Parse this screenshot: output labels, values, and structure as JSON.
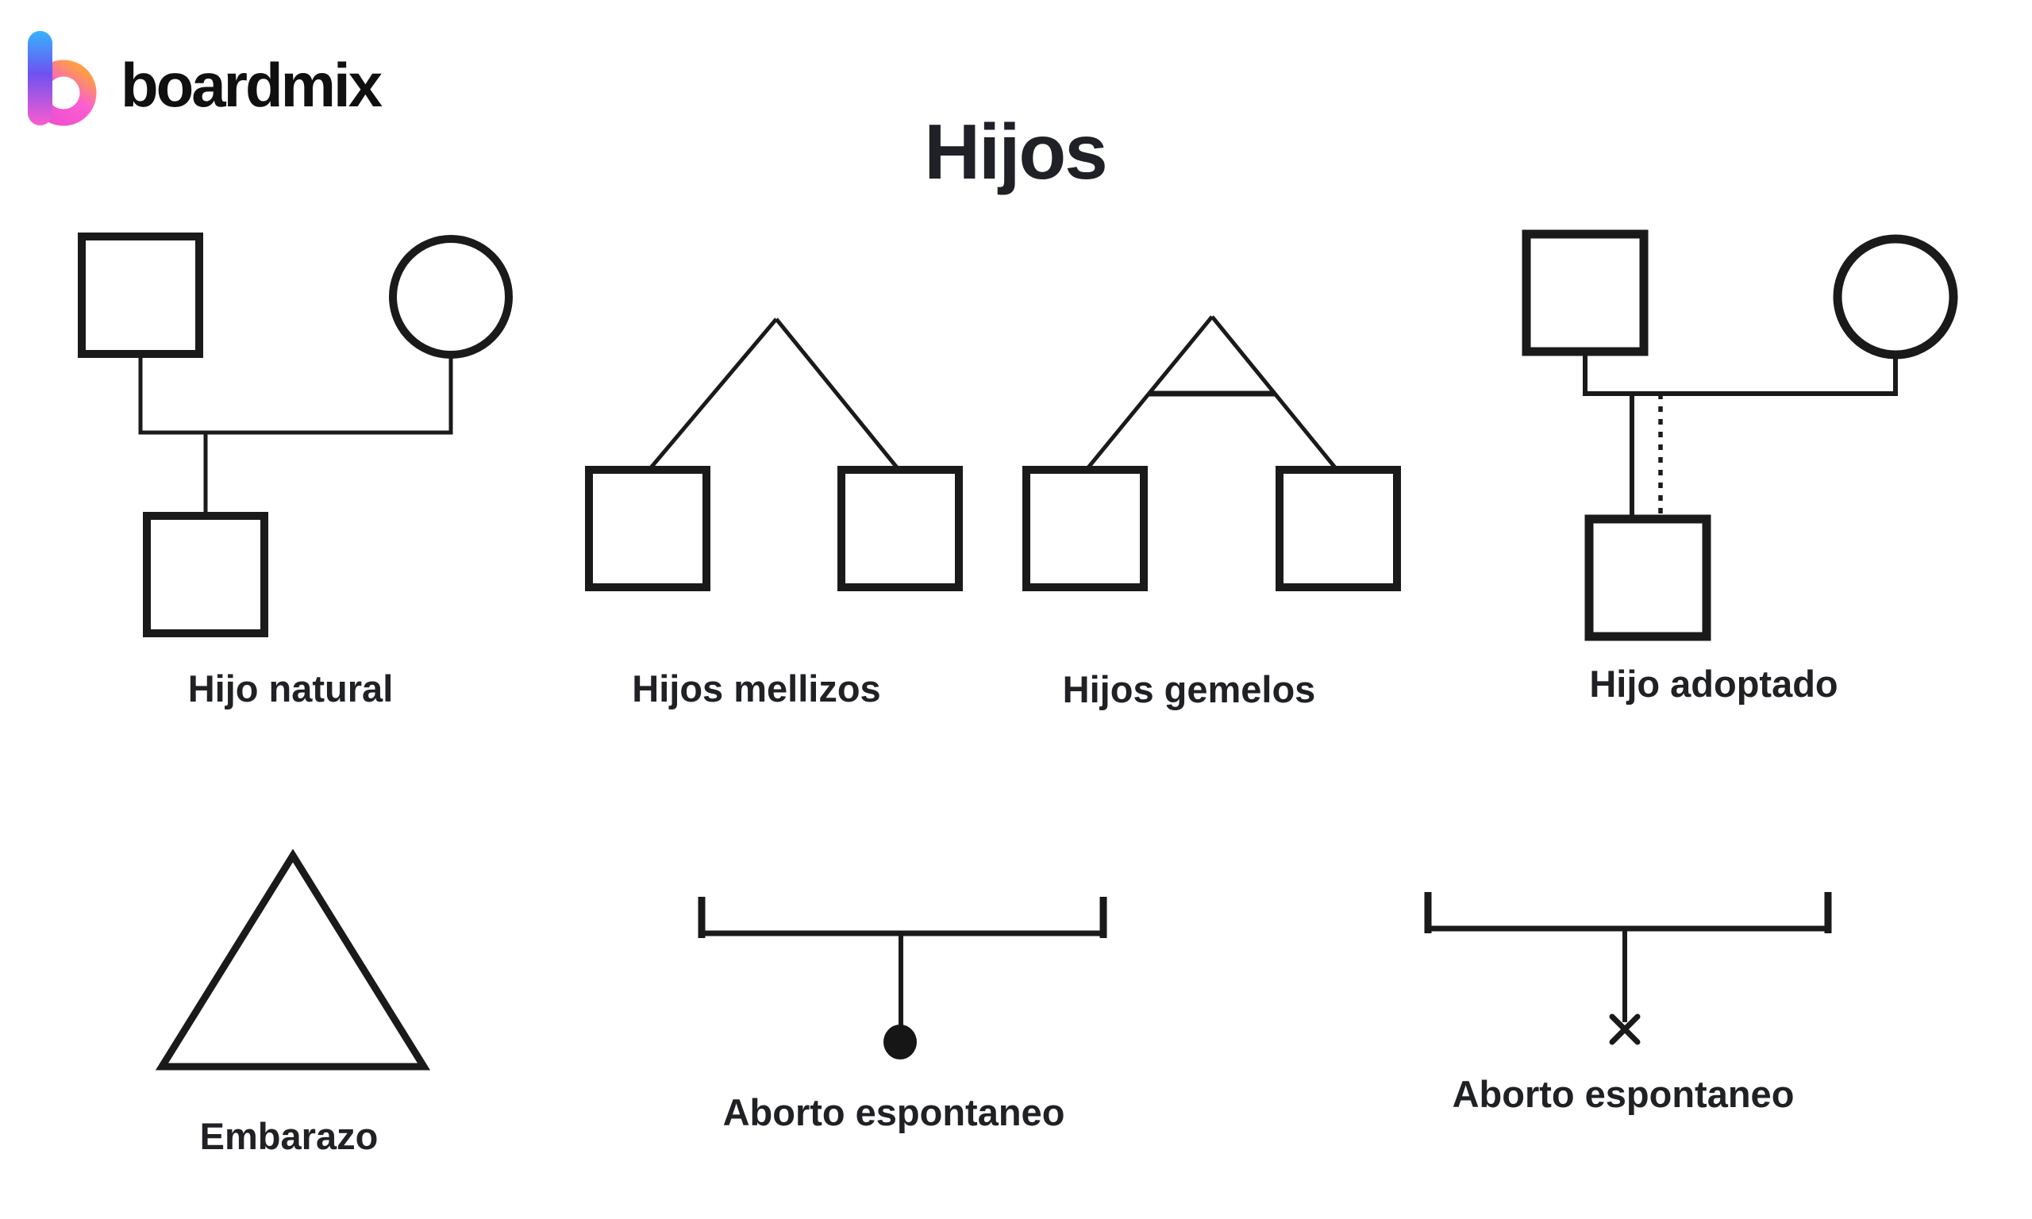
{
  "app": {
    "logo_text": "boardmix",
    "logo_icon": "boardmix-b-icon"
  },
  "title": "Hijos",
  "figures": {
    "hijo_natural": {
      "label": "Hijo natural",
      "symbols": [
        "father-square",
        "mother-circle",
        "child-square",
        "descent-line"
      ]
    },
    "hijos_mellizos": {
      "label": "Hijos mellizos",
      "symbols": [
        "twin-apex-lines",
        "child-square",
        "child-square"
      ]
    },
    "hijos_gemelos": {
      "label": "Hijos gemelos",
      "symbols": [
        "twin-apex-lines",
        "identical-twin-bar",
        "child-square",
        "child-square"
      ]
    },
    "hijo_adoptado": {
      "label": "Hijo adoptado",
      "symbols": [
        "father-square",
        "mother-circle",
        "solid-descent-line",
        "dotted-descent-line",
        "child-square"
      ]
    },
    "embarazo": {
      "label": "Embarazo",
      "symbols": [
        "pregnancy-triangle"
      ]
    },
    "aborto_espontaneo_1": {
      "label": "Aborto espontaneo",
      "symbols": [
        "bracket-line",
        "stem-line",
        "filled-dot"
      ]
    },
    "aborto_espontaneo_2": {
      "label": "Aborto espontaneo",
      "symbols": [
        "bracket-line",
        "stem-line",
        "x-mark"
      ]
    }
  },
  "colors": {
    "background": "#ffffff",
    "shape_stroke": "#1a1a1a",
    "label_text": "#202124",
    "logo_text": "#101010",
    "logo_gradient_blue": "#35b3ff",
    "logo_gradient_purple": "#6d52f1",
    "logo_gradient_pink": "#fa5ccf",
    "logo_gradient_orange": "#ff9c4a"
  }
}
